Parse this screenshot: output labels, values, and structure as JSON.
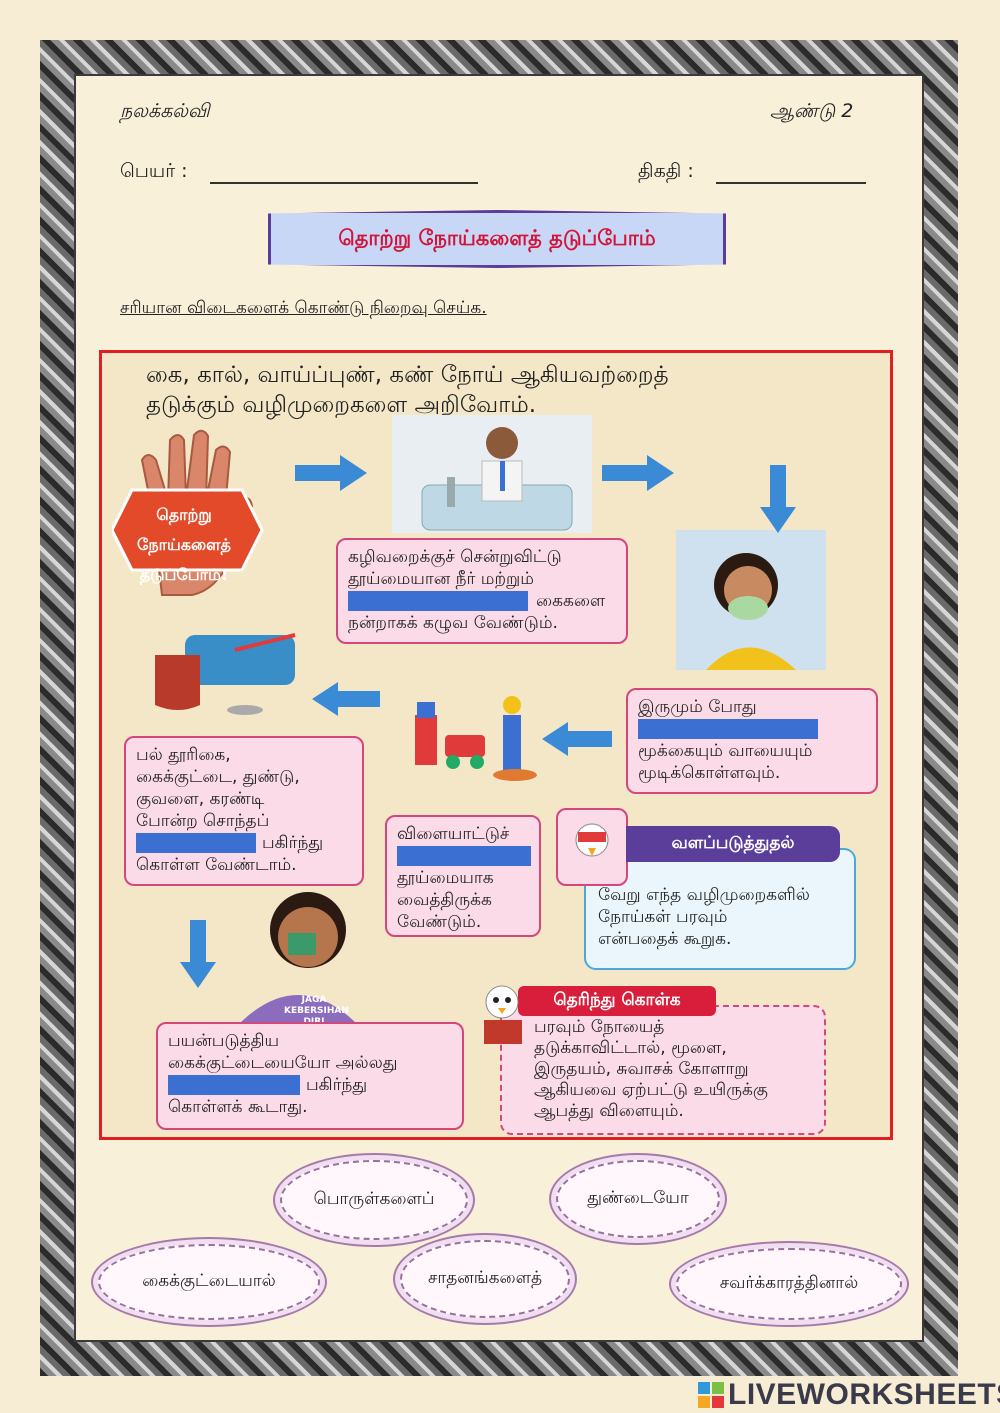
{
  "header": {
    "subject": "நலக்கல்வி",
    "year": "ஆண்டு 2",
    "name_label": "பெயர்  :",
    "date_label": "திகதி  :"
  },
  "title": "தொற்று நோய்களைத் தடுப்போம்",
  "instruction": "சரியான விடைகளைக் கொண்டு நிறைவு செய்க.",
  "panel": {
    "intro_line1": "கை, கால், வாய்ப்புண், கண் நோய் ஆகியவற்றைத்",
    "intro_line2": "தடுக்கும் வழிமுறைகளை அறிவோம்.",
    "badge": {
      "line1": "தொற்று",
      "line2": "நோய்களைத்",
      "line3": "தடுப்போம்!"
    },
    "box1": {
      "line1": "கழிவறைக்குச் சென்றுவிட்டு",
      "line2": "தூய்மையான நீர் மற்றும்",
      "after_blank": "கைகளை",
      "line4": "நன்றாகக் கழுவ வேண்டும்."
    },
    "box2": {
      "line1": "இருமும் போது",
      "line3": "மூக்கையும் வாயையும்",
      "line4": "மூடிக்கொள்ளவும்."
    },
    "box3": {
      "line1": "பல் தூரிகை,",
      "line2": "கைக்குட்டை, துண்டு,",
      "line3": "குவளை, கரண்டி",
      "line4": "போன்ற சொந்தப்",
      "after_blank": "பகிர்ந்து",
      "line6": "கொள்ள வேண்டாம்."
    },
    "box4": {
      "line1": "விளையாட்டுச்",
      "line3": "தூய்மையாக",
      "line4": "வைத்திருக்க",
      "line5": "வேண்டும்."
    },
    "enrich": {
      "title": "வளப்படுத்துதல்",
      "line1": "வேறு எந்த வழிமுறைகளில்",
      "line2": "நோய்கள் பரவும்",
      "line3": "என்பதைக் கூறுக."
    },
    "box5": {
      "line1": "பயன்படுத்திய",
      "line2": "கைக்குட்டையையோ அல்லது",
      "after_blank": "பகிர்ந்து",
      "line4": "கொள்ளக் கூடாது."
    },
    "knowit": {
      "title": "தெரிந்து கொள்க",
      "line1": "பரவும் நோயைத்",
      "line2": "தடுக்காவிட்டால், மூளை,",
      "line3": "இருதயம், சுவாசக் கோளாறு",
      "line4": "ஆகியவை ஏற்பட்டு உயிருக்கு",
      "line5": "ஆபத்து விளையும்."
    },
    "shirt_text": {
      "line1": "JAGA",
      "line2": "KEBERSIHAN",
      "line3": "DIRI"
    }
  },
  "answers": [
    "பொருள்களைப்",
    "துண்டையோ",
    "கைக்குட்டையால்",
    "சாதனங்களைத்",
    "சவர்க்காரத்தினால்"
  ],
  "branding": {
    "logo": "LIVEWORKSHEETS",
    "accent": "#3b6fd1",
    "red": "#e02020"
  }
}
